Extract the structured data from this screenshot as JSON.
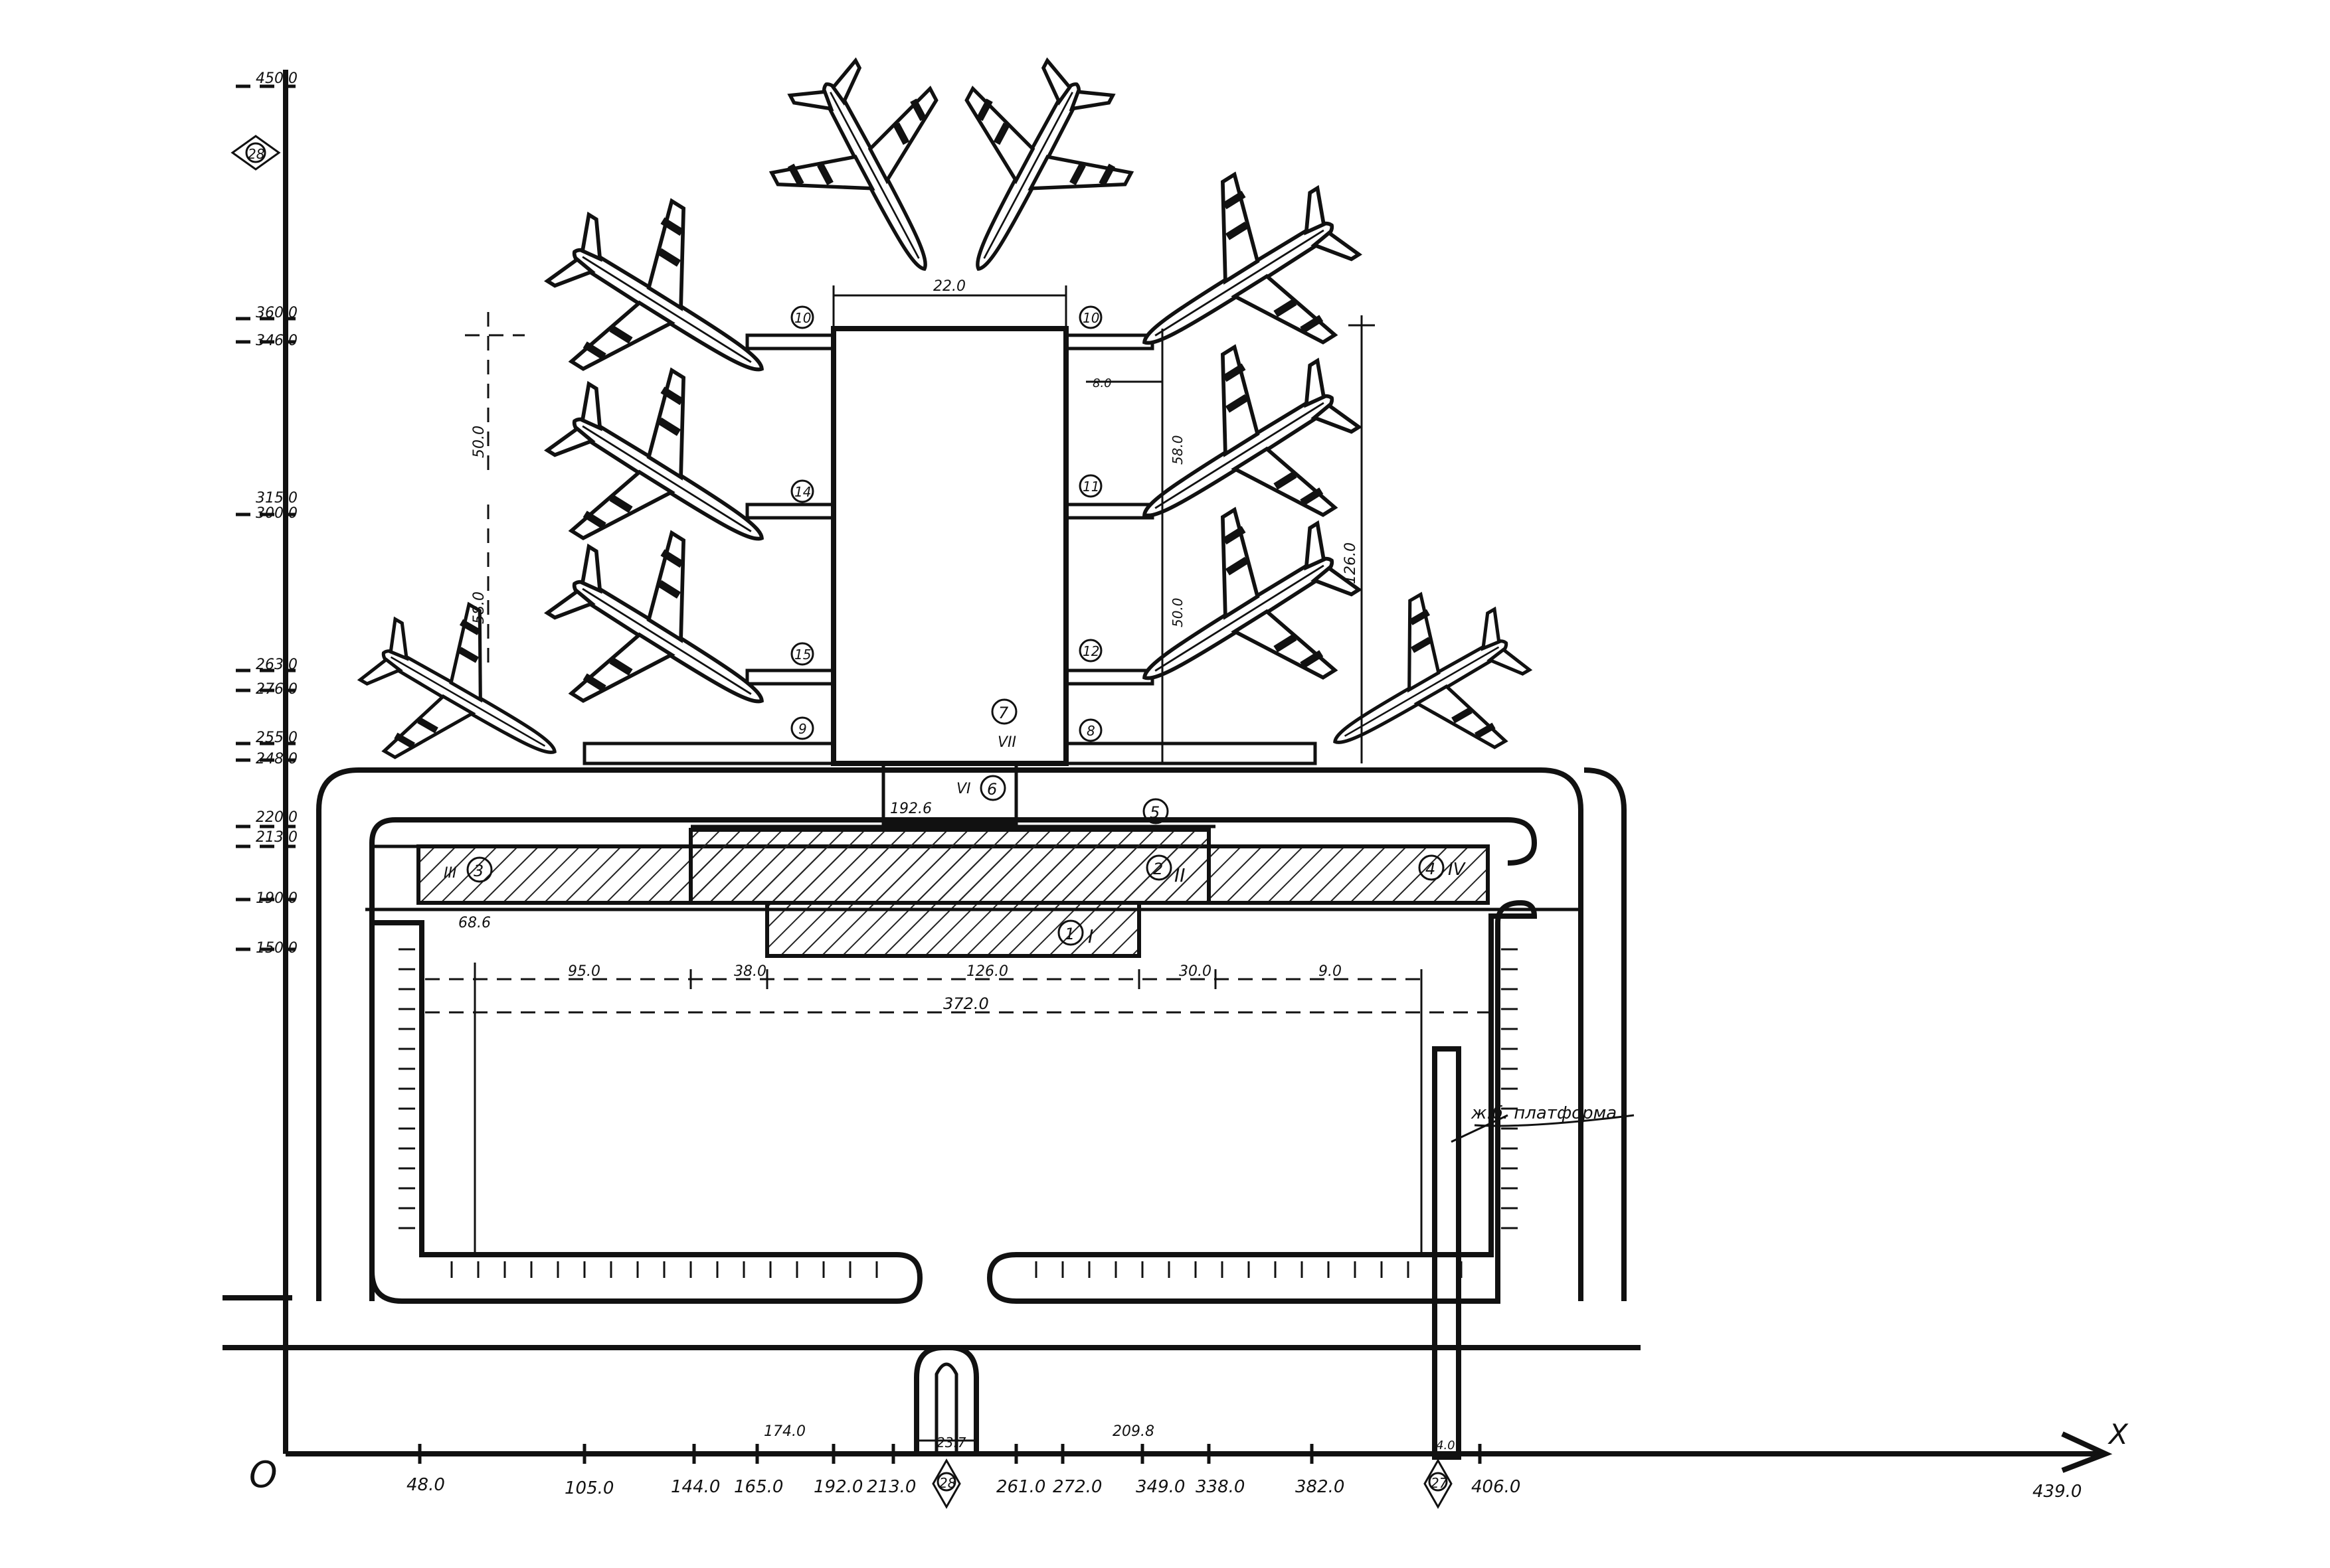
{
  "axes": {
    "origin_label": "O",
    "x_label": "X"
  },
  "x_ticks": [
    "48.0",
    "105.0",
    "144.0",
    "165.0",
    "192.0",
    "213.0",
    "261.0",
    "272.0",
    "349.0",
    "338.0",
    "382.0",
    "406.0",
    "439.0"
  ],
  "y_ticks": [
    "450.0",
    "360.0",
    "346.0",
    "315.0",
    "300.0",
    "263.0",
    "276.0",
    "255.0",
    "248.0",
    "220.0",
    "213.0",
    "190.0",
    "150.0"
  ],
  "x_markers": [
    "28",
    "27"
  ],
  "y_marker": "28",
  "dimensions": {
    "terminal_width": "22.0",
    "pier_length": "126.0",
    "gap_50": "50.0",
    "gap_58": "58.0",
    "d_192": "192.6",
    "d_68": "68.6",
    "d_95": "95.0",
    "d_38": "38.0",
    "d_126": "126.0",
    "d_30": "30.0",
    "d_9": "9.0",
    "overall": "372.0",
    "d_174": "174.0",
    "d_23": "23.7",
    "d_209": "209.8",
    "d_4": "4.0",
    "d_8": "8.0"
  },
  "buildings": {
    "b1": {
      "number": "1",
      "roman": "I"
    },
    "b2": {
      "number": "2",
      "roman": "II"
    },
    "b3": {
      "number": "3",
      "roman": "III"
    },
    "b4": {
      "number": "4",
      "roman": "IV"
    },
    "b5": {
      "number": "5"
    },
    "b6": {
      "number": "6",
      "roman": "VI"
    },
    "b7": {
      "number": "7",
      "roman": "VII"
    }
  },
  "gates": {
    "left": [
      "10",
      "14",
      "15",
      "9"
    ],
    "right": [
      "10",
      "11",
      "12",
      "8"
    ]
  },
  "platform_label": "ж.б. платформа"
}
